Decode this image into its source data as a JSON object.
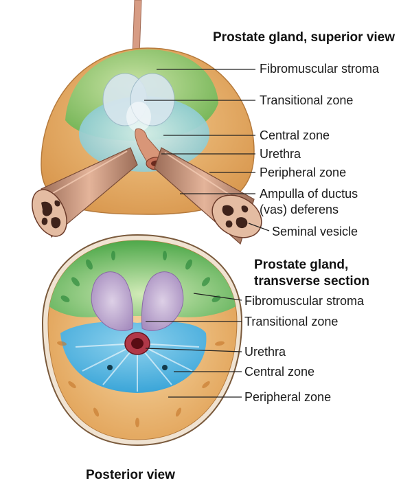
{
  "superior": {
    "title": "Prostate gland, superior view",
    "labels": {
      "fibromuscular_stroma": "Fibromuscular stroma",
      "transitional_zone": "Transitional zone",
      "central_zone": "Central zone",
      "urethra": "Urethra",
      "peripheral_zone": "Peripheral zone",
      "ampulla_line1": "Ampulla of ductus",
      "ampulla_line2": "(vas) deferens",
      "seminal_vesicle": "Seminal vesicle"
    }
  },
  "transverse": {
    "title_line1": "Prostate gland,",
    "title_line2": "transverse section",
    "labels": {
      "fibromuscular_stroma": "Fibromuscular stroma",
      "transitional_zone": "Transitional zone",
      "urethra": "Urethra",
      "central_zone": "Central zone",
      "peripheral_zone": "Peripheral zone"
    }
  },
  "footer": {
    "view": "Posterior view"
  },
  "colors": {
    "peripheral": "#e3a75e",
    "stroma": "#8cc86a",
    "transitional": "#c7dbe4",
    "central": "#7fc4d4",
    "urethra": "#c27a5a",
    "transverse_central": "#4fb2de",
    "transverse_transitional": "#b89ccb",
    "lumen": "#8a1a24"
  }
}
